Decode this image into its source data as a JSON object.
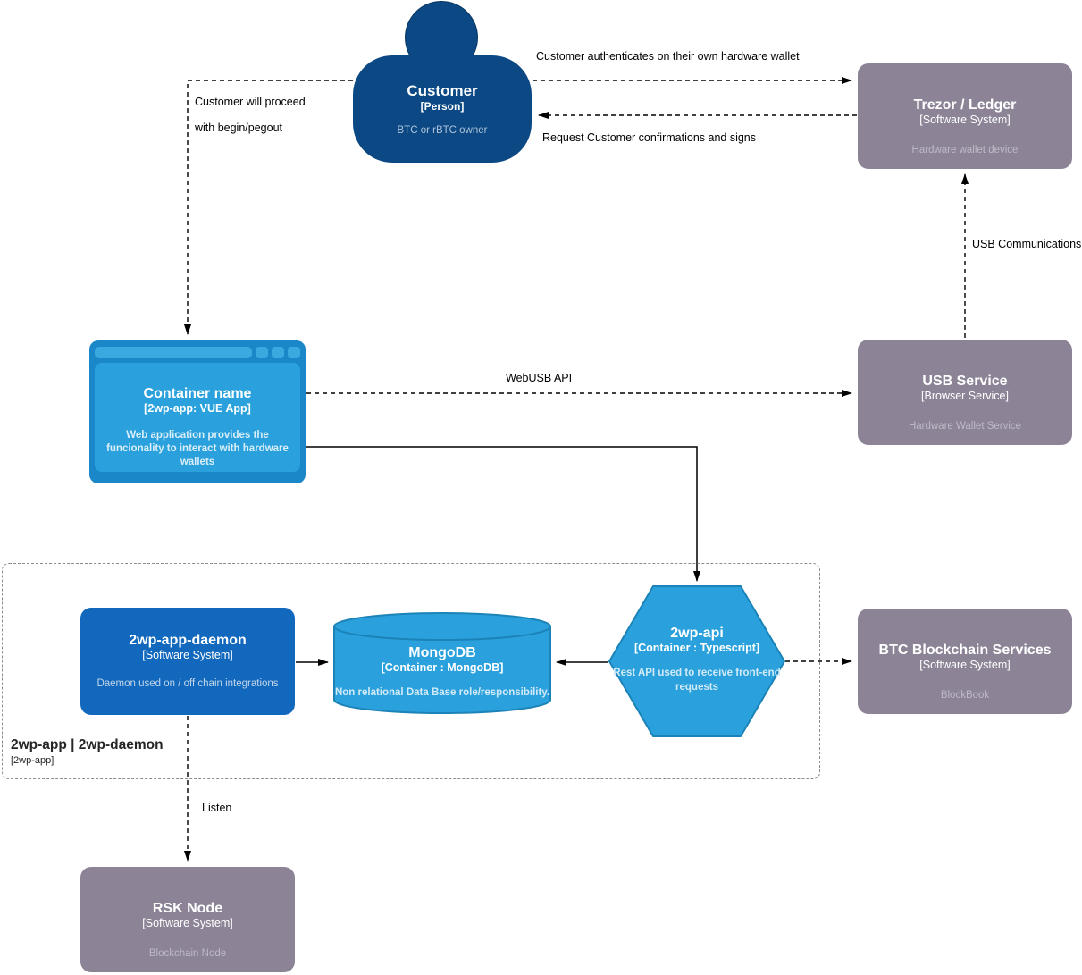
{
  "colors": {
    "person_blue": "#0B4884",
    "system_blue": "#1168BD",
    "container_light_blue": "#2AA1DC",
    "container_border_blue": "#1B83B8",
    "external_gray": "#8C8496",
    "edge_black": "#000000",
    "boundary_gray": "#8c8c8c"
  },
  "nodes": {
    "customer": {
      "title": "Customer",
      "type": "[Person]",
      "desc": "BTC or rBTC owner"
    },
    "trezor": {
      "title": "Trezor / Ledger",
      "type": "[Software System]",
      "desc": "Hardware wallet device"
    },
    "webapp": {
      "title": "Container name",
      "type": "[2wp-app: VUE App]",
      "desc": "Web application provides the funcionality to interact with hardware wallets"
    },
    "usb_service": {
      "title": "USB Service",
      "type": "[Browser Service]",
      "desc": "Hardware Wallet Service"
    },
    "daemon": {
      "title": "2wp-app-daemon",
      "type": "[Software System]",
      "desc": "Daemon used on / off chain integrations"
    },
    "mongodb": {
      "title": "MongoDB",
      "type": "[Container : MongoDB]",
      "desc": "Non relational Data Base role/responsibility."
    },
    "api": {
      "title": "2wp-api",
      "type": "[Container : Typescript]",
      "desc": "Rest API used to receive front-end requests"
    },
    "btc": {
      "title": "BTC Blockchain Services",
      "type": "[Software System]",
      "desc": "BlockBook"
    },
    "rsk": {
      "title": "RSK Node",
      "type": "[Software System]",
      "desc": "Blockchain Node"
    }
  },
  "boundary": {
    "title": "2wp-app | 2wp-daemon",
    "type": "[2wp-app]"
  },
  "edges": {
    "authenticate": "Customer authenticates on their own hardware wallet",
    "request_signs": "Request Customer confirmations and signs",
    "proceed_line1": "Customer will proceed",
    "proceed_line2": "with begin/pegout",
    "usb_comm": "USB Communications",
    "webusb": "WebUSB API",
    "listen": "Listen"
  }
}
